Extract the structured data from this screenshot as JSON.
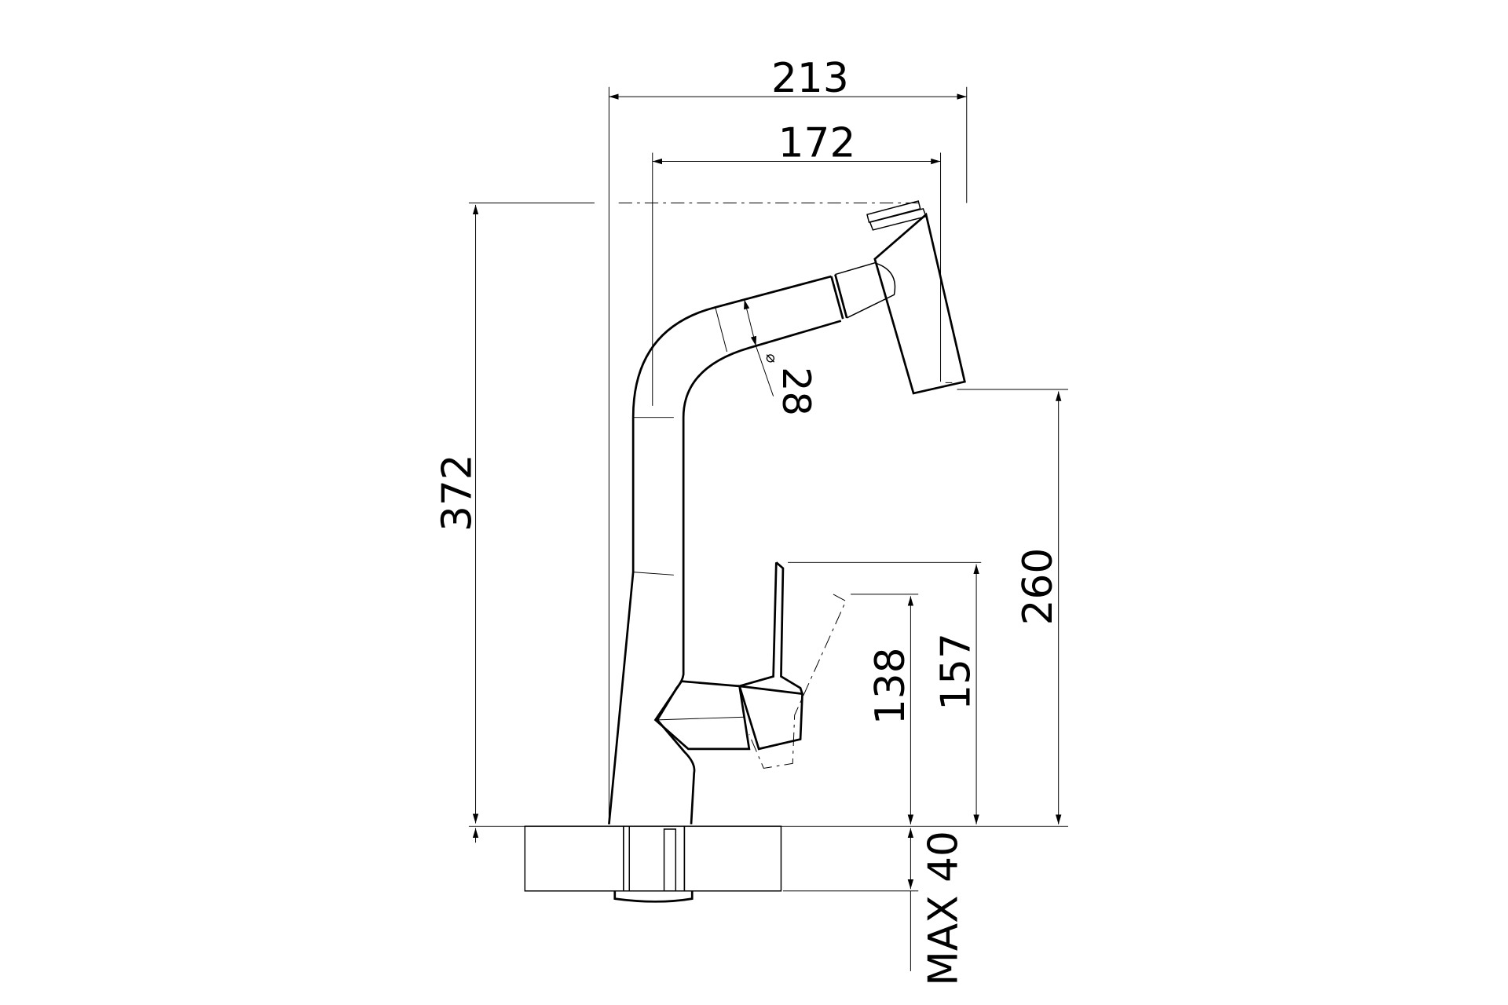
{
  "title": "Faucet technical dimension drawing",
  "dimensions": {
    "overall_reach": "213",
    "spout_reach": "172",
    "total_height": "372",
    "spout_diameter": "28",
    "spout_diameter_symbol": "⌀",
    "outlet_height": "260",
    "lever_height": "157",
    "lever_base_height": "138",
    "max_counter_thickness": "MAX 40"
  },
  "colors": {
    "line": "#000000",
    "background": "#ffffff"
  }
}
